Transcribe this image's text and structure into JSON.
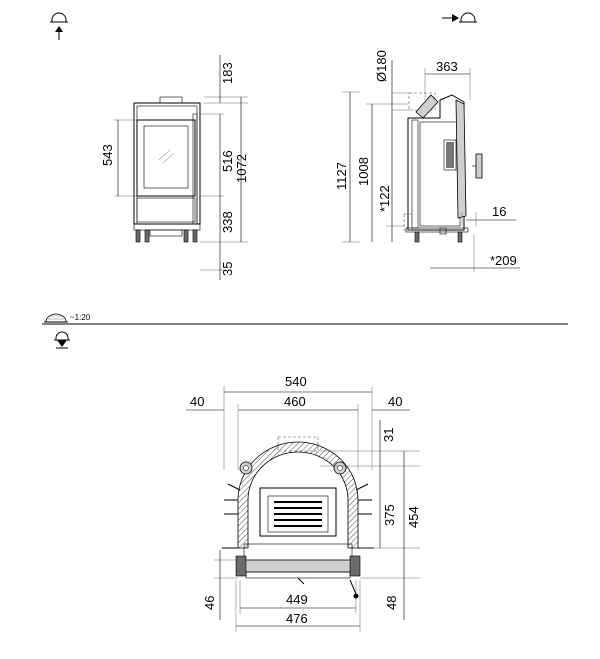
{
  "icons": {
    "front_view": "fireplace-front-view-icon",
    "side_view": "fireplace-side-view-icon",
    "section_view": "fireplace-section-view-icon",
    "plan_view": "fireplace-plan-view-icon"
  },
  "scale_label": "~1:20",
  "front_view": {
    "dim_top": "183",
    "dim_door_height": "543",
    "dim_inner_height": "516",
    "dim_total_height": "1072",
    "dim_bottom": "338",
    "dim_foot": "35"
  },
  "side_view": {
    "dim_flue_diameter": "Ø180",
    "dim_depth": "363",
    "dim_total_height": "1127",
    "dim_flue_height": "1008",
    "dim_air_inlet": "*122",
    "dim_handle": "16",
    "dim_base_depth": "*209"
  },
  "plan_view": {
    "dim_total_width": "540",
    "dim_inner_width": "460",
    "dim_left_margin": "40",
    "dim_right_margin": "40",
    "dim_top_offset": "31",
    "dim_depth_inner": "375",
    "dim_depth_total": "454",
    "dim_left_bottom": "46",
    "dim_right_bottom": "48",
    "dim_width_449": "449",
    "dim_width_476": "476"
  }
}
